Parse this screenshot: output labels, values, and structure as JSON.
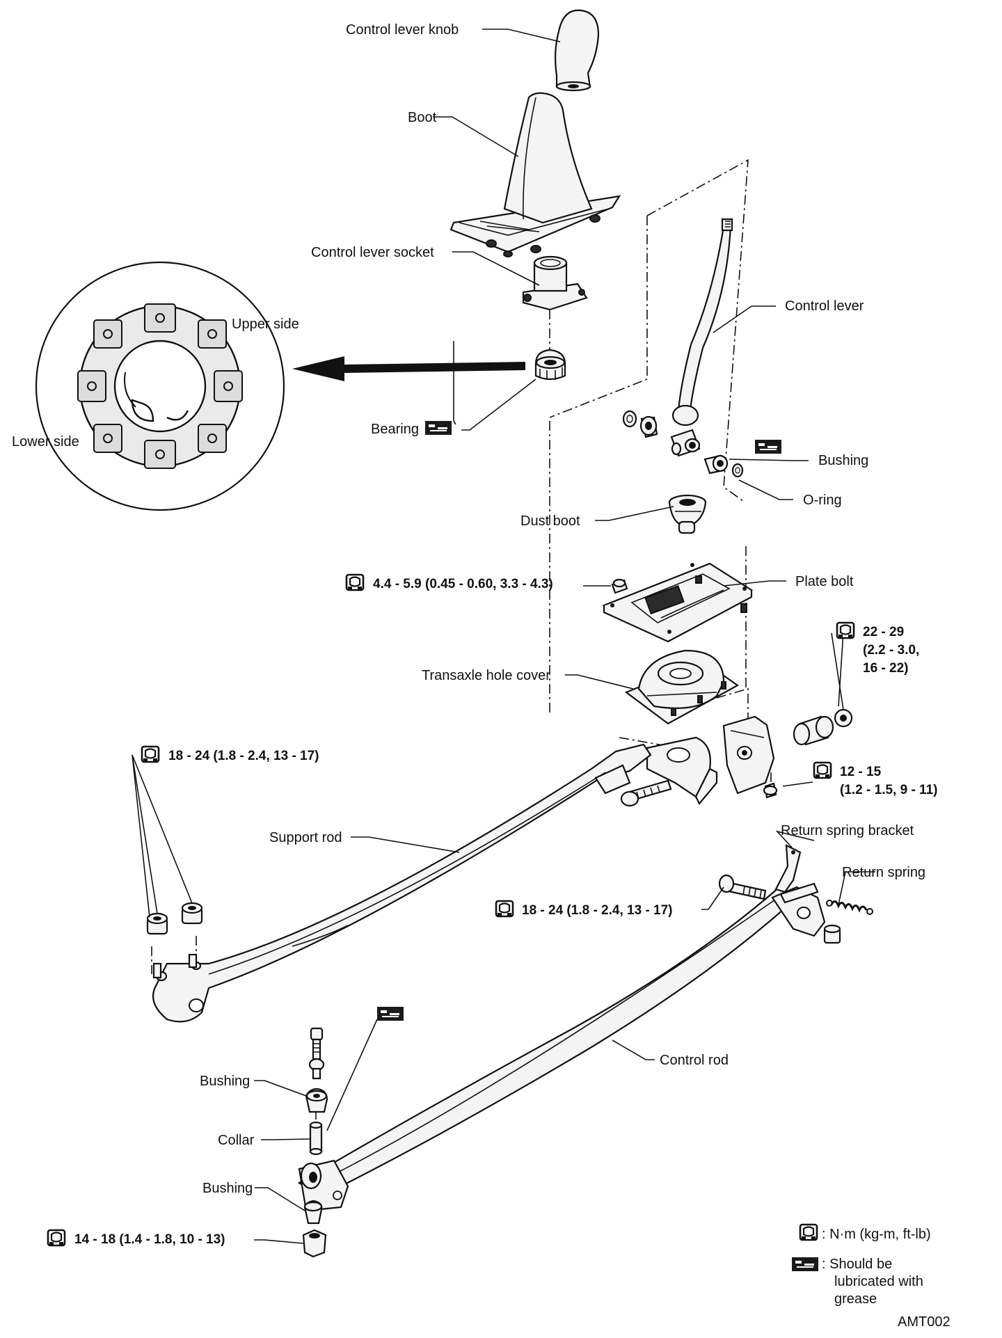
{
  "diagram": {
    "labels": {
      "knob": "Control lever knob",
      "boot": "Boot",
      "socket": "Control lever socket",
      "upper_side": "Upper side",
      "lower_side": "Lower side",
      "bearing": "Bearing",
      "control_lever": "Control lever",
      "bushing_top": "Bushing",
      "oring": "O-ring",
      "dust_boot": "Dust boot",
      "plate_bolt": "Plate bolt",
      "transaxle_cover": "Transaxle hole cover",
      "support_rod": "Support rod",
      "return_spring_bracket": "Return spring bracket",
      "return_spring": "Return spring",
      "control_rod": "Control rod",
      "bushing_upper": "Bushing",
      "collar": "Collar",
      "bushing_lower": "Bushing"
    },
    "torques": {
      "plate_bolt": "4.4 - 5.9 (0.45 - 0.60, 3.3 - 4.3)",
      "bracket_nut_l1": "22 - 29",
      "bracket_nut_l2": "(2.2 - 3.0,",
      "bracket_nut_l3": "16 - 22)",
      "support_nuts": "18 - 24 (1.8 - 2.4, 13 - 17)",
      "bracket_bolt_l1": "12 - 15",
      "bracket_bolt_l2": "(1.2 - 1.5, 9 - 11)",
      "control_rod_bolt": "18 - 24 (1.8 - 2.4, 13 - 17)",
      "bottom_nut": "14 - 18 (1.4 - 1.8, 10 - 13)"
    },
    "legend": {
      "torque_units": ": N·m (kg-m, ft-lb)",
      "grease_l1": ": Should be",
      "grease_l2": "lubricated with",
      "grease_l3": "grease"
    },
    "figure_code": "AMT002",
    "icons": {
      "torque": "torque-wrench-icon",
      "grease": "grease-icon"
    }
  }
}
